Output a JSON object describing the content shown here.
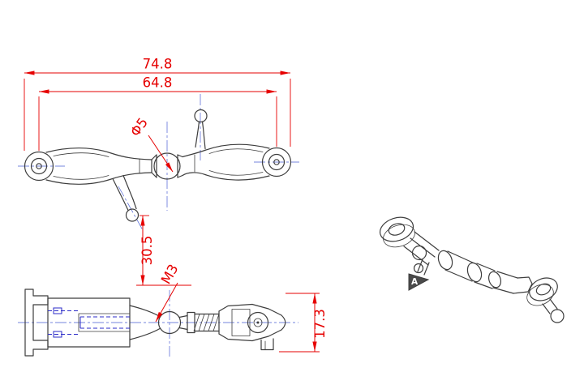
{
  "drawing": {
    "dimensions": {
      "overall_length": "74.8",
      "center_distance": "64.8",
      "ball_diameter": "Φ5",
      "stud_drop": "30.5",
      "thread_spec": "M3",
      "end_height": "17.3"
    },
    "markers": {
      "flag_label": "A"
    },
    "colors": {
      "dimension_red": "#e60000",
      "part_line": "#3d3d3d",
      "hatch_cyan": "#35bdbd",
      "hidden_blue": "#2b2bc8",
      "background": "#ffffff"
    }
  }
}
